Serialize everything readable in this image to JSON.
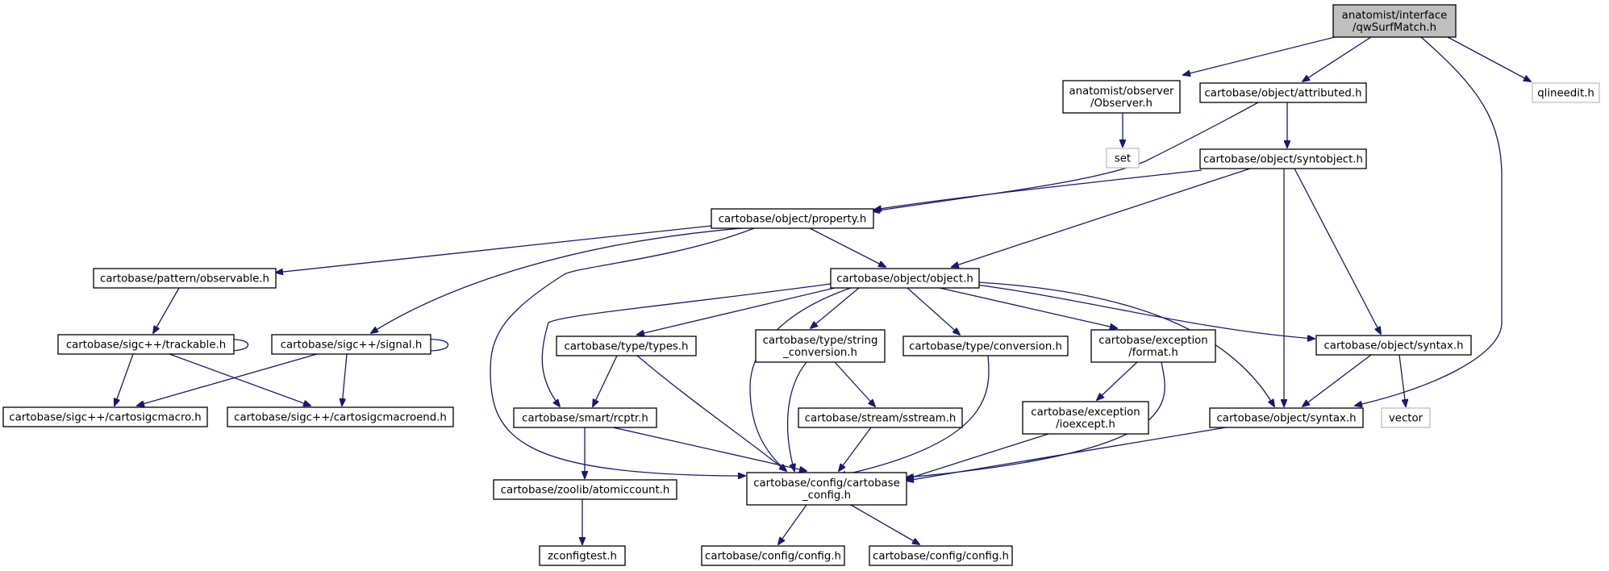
{
  "graph": {
    "title": "",
    "edge_color": "#191970",
    "node_border": "#000000",
    "external_border": "#bfbfbf",
    "root_fill": "#bfbfbf",
    "nodes": [
      {
        "id": "qwSurfMatch",
        "label": [
          "anatomist/interface",
          "/qwSurfMatch.h"
        ],
        "kind": "root"
      },
      {
        "id": "observer",
        "label": [
          "anatomist/observer",
          "/Observer.h"
        ],
        "kind": "file"
      },
      {
        "id": "attributed",
        "label": [
          "cartobase/object/attributed.h"
        ],
        "kind": "file"
      },
      {
        "id": "qlineedit",
        "label": [
          "qlineedit.h"
        ],
        "kind": "external"
      },
      {
        "id": "set",
        "label": [
          "set"
        ],
        "kind": "external"
      },
      {
        "id": "syntobject",
        "label": [
          "cartobase/object/syntobject.h"
        ],
        "kind": "file"
      },
      {
        "id": "property",
        "label": [
          "cartobase/object/property.h"
        ],
        "kind": "file"
      },
      {
        "id": "observable",
        "label": [
          "cartobase/pattern/observable.h"
        ],
        "kind": "file"
      },
      {
        "id": "object",
        "label": [
          "cartobase/object/object.h"
        ],
        "kind": "file"
      },
      {
        "id": "trackable",
        "label": [
          "cartobase/sigc++/trackable.h"
        ],
        "kind": "file"
      },
      {
        "id": "signal",
        "label": [
          "cartobase/sigc++/signal.h"
        ],
        "kind": "file"
      },
      {
        "id": "types",
        "label": [
          "cartobase/type/types.h"
        ],
        "kind": "file"
      },
      {
        "id": "string_conv",
        "label": [
          "cartobase/type/string",
          "_conversion.h"
        ],
        "kind": "file"
      },
      {
        "id": "conversion",
        "label": [
          "cartobase/type/conversion.h"
        ],
        "kind": "file"
      },
      {
        "id": "format",
        "label": [
          "cartobase/exception",
          "/format.h"
        ],
        "kind": "file"
      },
      {
        "id": "syntax_top",
        "label": [
          "cartobase/object/syntax.h"
        ],
        "kind": "file"
      },
      {
        "id": "cartosigcmacro",
        "label": [
          "cartobase/sigc++/cartosigcmacro.h"
        ],
        "kind": "file"
      },
      {
        "id": "cartosigcmacroend",
        "label": [
          "cartobase/sigc++/cartosigcmacroend.h"
        ],
        "kind": "file"
      },
      {
        "id": "rcptr",
        "label": [
          "cartobase/smart/rcptr.h"
        ],
        "kind": "file"
      },
      {
        "id": "sstream",
        "label": [
          "cartobase/stream/sstream.h"
        ],
        "kind": "file"
      },
      {
        "id": "ioexcept",
        "label": [
          "cartobase/exception",
          "/ioexcept.h"
        ],
        "kind": "file"
      },
      {
        "id": "syntax_low",
        "label": [
          "cartobase/object/syntax.h"
        ],
        "kind": "file"
      },
      {
        "id": "vector",
        "label": [
          "vector"
        ],
        "kind": "external"
      },
      {
        "id": "cartobase_config",
        "label": [
          "cartobase/config/cartobase",
          "_config.h"
        ],
        "kind": "file"
      },
      {
        "id": "atomiccount",
        "label": [
          "cartobase/zoolib/atomiccount.h"
        ],
        "kind": "file"
      },
      {
        "id": "zconfigtest",
        "label": [
          "zconfigtest.h"
        ],
        "kind": "file"
      },
      {
        "id": "config1",
        "label": [
          "cartobase/config/config.h"
        ],
        "kind": "file"
      },
      {
        "id": "config2",
        "label": [
          "cartobase/config/config.h"
        ],
        "kind": "file"
      }
    ],
    "edges": [
      {
        "from": "qwSurfMatch",
        "to": "observer"
      },
      {
        "from": "qwSurfMatch",
        "to": "attributed"
      },
      {
        "from": "qwSurfMatch",
        "to": "syntax_low"
      },
      {
        "from": "qwSurfMatch",
        "to": "qlineedit"
      },
      {
        "from": "observer",
        "to": "set"
      },
      {
        "from": "attributed",
        "to": "syntobject"
      },
      {
        "from": "attributed",
        "to": "property"
      },
      {
        "from": "syntobject",
        "to": "property"
      },
      {
        "from": "syntobject",
        "to": "object"
      },
      {
        "from": "syntobject",
        "to": "syntax_low"
      },
      {
        "from": "syntobject",
        "to": "syntax_top"
      },
      {
        "from": "property",
        "to": "observable"
      },
      {
        "from": "property",
        "to": "signal"
      },
      {
        "from": "property",
        "to": "object"
      },
      {
        "from": "property",
        "to": "cartobase_config"
      },
      {
        "from": "observable",
        "to": "trackable"
      },
      {
        "from": "trackable",
        "to": "trackable"
      },
      {
        "from": "trackable",
        "to": "cartosigcmacro"
      },
      {
        "from": "trackable",
        "to": "cartosigcmacroend"
      },
      {
        "from": "signal",
        "to": "signal"
      },
      {
        "from": "signal",
        "to": "cartosigcmacro"
      },
      {
        "from": "signal",
        "to": "cartosigcmacroend"
      },
      {
        "from": "object",
        "to": "rcptr"
      },
      {
        "from": "object",
        "to": "types"
      },
      {
        "from": "object",
        "to": "cartobase_config"
      },
      {
        "from": "object",
        "to": "string_conv"
      },
      {
        "from": "object",
        "to": "conversion"
      },
      {
        "from": "object",
        "to": "format"
      },
      {
        "from": "object",
        "to": "syntax_top"
      },
      {
        "from": "object",
        "to": "syntax_low"
      },
      {
        "from": "types",
        "to": "rcptr"
      },
      {
        "from": "types",
        "to": "cartobase_config"
      },
      {
        "from": "string_conv",
        "to": "sstream"
      },
      {
        "from": "string_conv",
        "to": "cartobase_config"
      },
      {
        "from": "conversion",
        "to": "cartobase_config"
      },
      {
        "from": "format",
        "to": "ioexcept"
      },
      {
        "from": "format",
        "to": "cartobase_config"
      },
      {
        "from": "syntax_top",
        "to": "syntax_low"
      },
      {
        "from": "syntax_top",
        "to": "vector"
      },
      {
        "from": "rcptr",
        "to": "atomiccount"
      },
      {
        "from": "rcptr",
        "to": "cartobase_config"
      },
      {
        "from": "sstream",
        "to": "cartobase_config"
      },
      {
        "from": "ioexcept",
        "to": "cartobase_config"
      },
      {
        "from": "syntax_low",
        "to": "cartobase_config"
      },
      {
        "from": "atomiccount",
        "to": "zconfigtest"
      },
      {
        "from": "cartobase_config",
        "to": "config1"
      },
      {
        "from": "cartobase_config",
        "to": "config2"
      }
    ]
  }
}
